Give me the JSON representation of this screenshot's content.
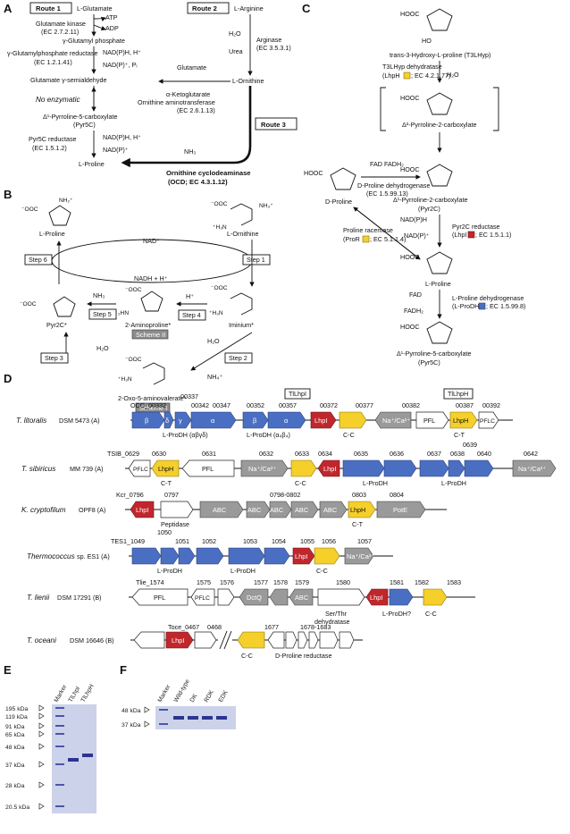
{
  "panels": {
    "A": "A",
    "B": "B",
    "C": "C",
    "D": "D",
    "E": "E",
    "F": "F"
  },
  "panelA": {
    "route1": "Route 1",
    "route2": "Route 2",
    "route3": "Route 3",
    "glutamate": "L-Glutamate",
    "arginine": "L-Arginine",
    "atp": "ATP",
    "adp": "ADP",
    "glu_kinase": "Glutamate kinase",
    "glu_kinase_ec": "(EC 2.7.2.11)",
    "gamma_glutamyl_phosphate": "γ-Glutamyl phosphate",
    "ggp_reductase": "γ-Glutamylphosphate reductase",
    "ggp_reductase_ec": "(EC 1.2.1.41)",
    "nadph_h": "NAD(P)H, H⁺",
    "nadp_pi": "NAD(P)⁺, Pᵢ",
    "glu_semialdehyde": "Glutamate γ-semialdehyde",
    "no_enzymatic": "No enzymatic",
    "p5c": "Δ¹-Pyrroline-5-carboxylate",
    "p5c_abbr": "(Pyr5C)",
    "p5c_reductase": "Pyr5C reductase",
    "p5c_reductase_ec": "(EC 1.5.1.2)",
    "nadph_h2": "NAD(P)H, H⁺",
    "nadp2": "NAD(P)⁺",
    "proline": "L-Proline",
    "h2o": "H₂O",
    "urea": "Urea",
    "arginase": "Arginase",
    "arginase_ec": "(EC 3.5.3.1)",
    "glutamate2": "Glutamate",
    "akg": "α-Ketoglutarate",
    "oat": "Ornithine aminotransferase",
    "oat_ec": "(EC 2.6.1.13)",
    "ornithine": "L-Ornithine",
    "nh3": "NH₃",
    "ocd": "Ornithine cyclodeaminase",
    "ocd_ec": "(OCD; EC 4.3.1.12)"
  },
  "panelB": {
    "l_proline": "L-Proline",
    "l_ornithine": "L-Ornithine",
    "nad": "NAD⁺",
    "nadh": "NADH + H⁺",
    "step1": "Step 1",
    "step2": "Step 2",
    "step3": "Step 3",
    "step4": "Step 4",
    "step5": "Step 5",
    "step6": "Step 6",
    "nh3": "NH₃",
    "hplus": "H⁺",
    "h2o": "H₂O",
    "h2o_b": "H₂O",
    "nh4": "NH₄⁺",
    "pyr2c": "Pyr2C*",
    "aminoproline": "2-Aminoproline*",
    "scheme2": "Scheme II",
    "iminium": "Iminium*",
    "oxo": "2-Oxo-5-aminovalerate*",
    "scheme1": "Scheme I"
  },
  "panelC": {
    "t3lhyp": "trans-3-Hydroxy-L-proline (T3LHyp)",
    "t3lhyp_dehydratase": "T3LHyp dehydratase",
    "lhph_ec": "(LhpH",
    "lhph_ec2": "; EC 4.2.1.77)",
    "h2o": "H₂O",
    "d2p2c": "Δ²-Pyrroline-2-carboxylate",
    "fad": "FAD",
    "fadh2": "FADH₂",
    "d_proline": "D-Proline",
    "dpdh": "D-Proline dehydrogenase",
    "dpdh_ec": "(EC 1.5.99.13)",
    "pyr2c_name": "Δ¹-Pyrroline-2-carboxylate",
    "pyr2c_abbr": "(Pyr2C)",
    "nadph": "NAD(P)H",
    "nadp": "NAD(P)⁺",
    "pyr2c_reductase": "Pyr2C reductase",
    "lhpi_ec": "(LhpI",
    "lhpi_ec2": "; EC 1.5.1.1)",
    "pro_racemase": "Proline racemase",
    "pror_ec": "(ProR",
    "pror_ec2": "; EC 5.1.1.4)",
    "l_proline": "L-Proline",
    "fad2": "FAD",
    "fadh2_2": "FADH₂",
    "lpdh": "L-Proline dehydrogenase",
    "lpdh_ec": "(L-ProDH",
    "lpdh_ec2": "; EC 1.5.99.8)",
    "p5c": "Δ¹-Pyrroline-5-carboxylate",
    "p5c_abbr": "(Pyr5C)",
    "hooc": "HOOC",
    "ho": "HO"
  },
  "panelD": {
    "tl_lhpi_box": "TlLhpI",
    "tl_lhph_box": "TlLhpH",
    "rows": [
      {
        "org": "T. litoralis",
        "strain": "DSM 5473 (A)",
        "ids": [
          "OCC_00332",
          "00337",
          "00342",
          "00347",
          "00352",
          "00357",
          "00372",
          "00377",
          "00382",
          "00387",
          "00392"
        ],
        "genes": [
          "β",
          "δ",
          "γ",
          "α",
          "β",
          "α",
          "LhpI",
          "",
          "Na⁺/Ca²⁺",
          "PFL",
          "LhpH",
          "PFLC"
        ],
        "notes": [
          "L-ProDH (αβγδ)",
          "L-ProDH (α₄β₄)",
          "C-C",
          "C-T"
        ]
      },
      {
        "org": "T. sibiricus",
        "strain": "MM 739 (A)",
        "ids": [
          "TSIB_0629",
          "0630",
          "0631",
          "0632",
          "0633",
          "0634",
          "0635",
          "0636",
          "0637",
          "0638",
          "0639",
          "0640",
          "0642"
        ],
        "genes": [
          "PFLC",
          "LhpH",
          "PFL",
          "Na⁺/Ca²⁺",
          "",
          "LhpI",
          "",
          "",
          "",
          "",
          "",
          "Na⁺/Ca²⁺"
        ],
        "notes": [
          "C-T",
          "C-C",
          "L-ProDH",
          "L-ProDH"
        ]
      },
      {
        "org": "K. cryptofilum",
        "strain": "OPF8 (A)",
        "ids": [
          "Kcr_0796",
          "0797",
          "0798-0802",
          "0803",
          "0804"
        ],
        "genes": [
          "LhpI",
          "",
          "ABC",
          "ABC",
          "ABC",
          "ABC",
          "ABC",
          "LhpH",
          "PotE"
        ],
        "notes": [
          "Peptidase",
          "C-T"
        ]
      },
      {
        "org": "Thermococcus",
        "strain": "sp. ES1 (A)",
        "ids": [
          "TES1_1049",
          "1050",
          "1051",
          "1052",
          "1053",
          "1054",
          "1055",
          "1056",
          "1057"
        ],
        "genes": [
          "",
          "",
          "",
          "",
          "",
          "",
          "LhpI",
          "",
          "Na⁺/Ca²⁺"
        ],
        "notes": [
          "L-ProDH",
          "L-ProDH",
          "C-C"
        ]
      },
      {
        "org": "T. lienii",
        "strain": "DSM 17291 (B)",
        "ids": [
          "Tlie_1574",
          "1575",
          "1576",
          "1577",
          "1578",
          "1579",
          "1580",
          "1581",
          "1582",
          "1583"
        ],
        "genes": [
          "PFL",
          "PFLC",
          "",
          "DctQ",
          "",
          "ABC",
          "",
          "LhpI",
          "",
          ""
        ],
        "notes": [
          "Ser/Thr",
          "dehydratase",
          "L-ProDH?",
          "C-C"
        ]
      },
      {
        "org": "T. oceani",
        "strain": "DSM 16646 (B)",
        "ids": [
          "Toce_0467",
          "0468",
          "1677",
          "1678-1683"
        ],
        "genes": [
          "",
          "LhpI",
          "",
          ""
        ],
        "notes": [
          "C-C",
          "D-Proline reductase"
        ]
      }
    ]
  },
  "panelE": {
    "lanes": [
      "Marker",
      "TlLhpI",
      "TlLhpH"
    ],
    "markers": [
      "195 kDa",
      "119 kDa",
      "91 kDa",
      "65 kDa",
      "48 kDa",
      "37 kDa",
      "28 kDa",
      "20.5 kDa"
    ]
  },
  "panelF": {
    "lanes": [
      "Marker",
      "Wild-type",
      "DK",
      "RDK",
      "EDK"
    ],
    "markers": [
      "48 kDa",
      "37 kDa"
    ]
  },
  "colors": {
    "lhpi": "#c0272d",
    "lhph": "#f5cf2a",
    "prodh": "#4a6fc2",
    "other": "#9a9a9a"
  }
}
